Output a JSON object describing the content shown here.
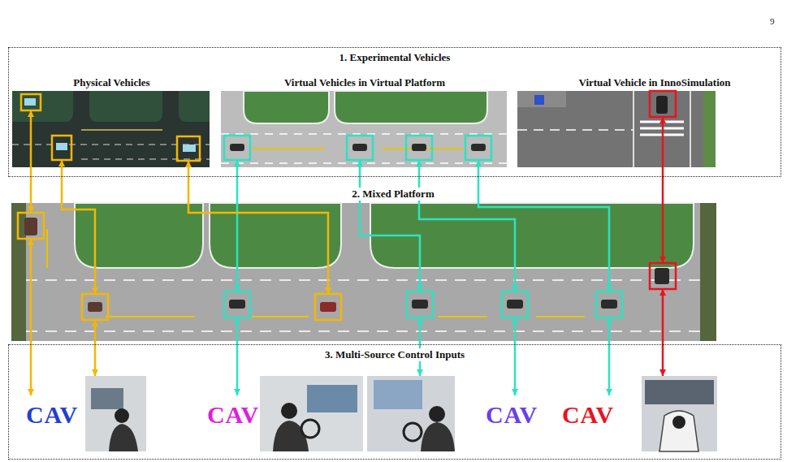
{
  "diagram": {
    "nodes": [
      {
        "text": [
          "1. Experimental Vehicles"
        ]
      },
      {
        "text": [
          "Physical Vehicles"
        ],
        "in": 0
      },
      {
        "text": [
          "Virtual Vehicles in Virtual Platform"
        ],
        "in": 0
      },
      {
        "text": [
          "Virtual Vehicle in InnoSimulation"
        ],
        "in": 0
      },
      {
        "text": [
          "2. Mixed Platform"
        ]
      },
      {
        "text": [
          "3. Multi-Source Control Inputs"
        ]
      },
      {
        "text": [
          "CAV"
        ],
        "in": 5
      },
      {
        "text": [
          "CAV"
        ],
        "in": 5
      },
      {
        "text": [
          "CAV"
        ],
        "in": 5
      },
      {
        "text": [
          "CAV"
        ],
        "in": 5
      }
    ],
    "labels": [
      "9"
    ]
  }
}
